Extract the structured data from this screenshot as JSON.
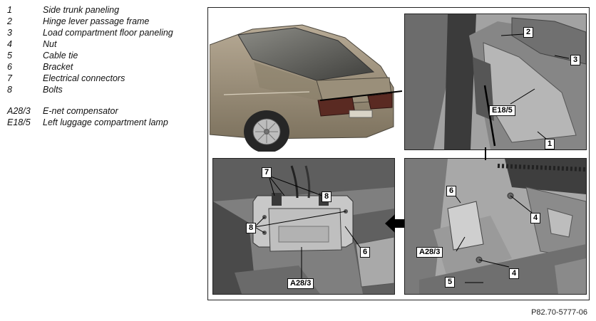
{
  "legend": {
    "parts": [
      {
        "num": "1",
        "desc": "Side trunk paneling"
      },
      {
        "num": "2",
        "desc": "Hinge lever passage frame"
      },
      {
        "num": "3",
        "desc": "Load compartment floor paneling"
      },
      {
        "num": "4",
        "desc": "Nut"
      },
      {
        "num": "5",
        "desc": "Cable tie"
      },
      {
        "num": "6",
        "desc": "Bracket"
      },
      {
        "num": "7",
        "desc": "Electrical connectors"
      },
      {
        "num": "8",
        "desc": "Bolts"
      }
    ],
    "components": [
      {
        "code": "A28/3",
        "desc": "E-net compensator"
      },
      {
        "code": "E18/5",
        "desc": "Left luggage compartment lamp"
      }
    ]
  },
  "callouts": {
    "trunk": {
      "c1": "1",
      "c2": "2",
      "c3": "3",
      "e18": "E18/5"
    },
    "bracket": {
      "c6": "6",
      "c4a": "4",
      "c4b": "4",
      "c5": "5",
      "a28": "A28/3"
    },
    "module": {
      "c7": "7",
      "c8a": "8",
      "c8b": "8",
      "c6": "6",
      "a28": "A28/3"
    }
  },
  "reference": "P82.70-5777-06"
}
